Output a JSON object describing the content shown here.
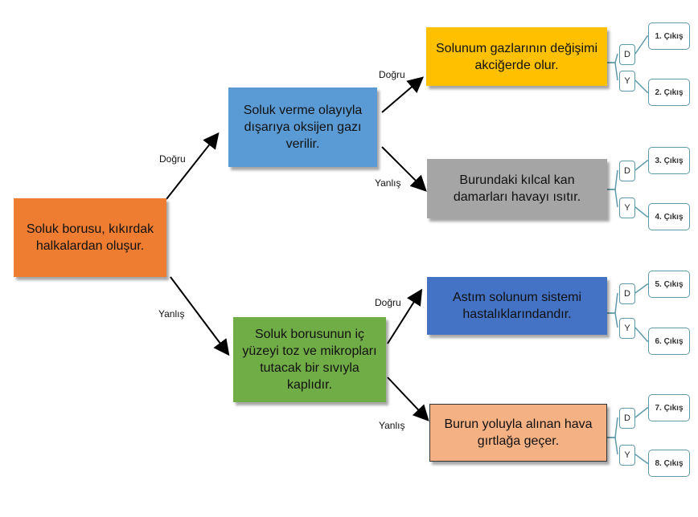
{
  "root": "Soluk borusu, kıkırdak halkalardan oluşur.",
  "level1": {
    "true_statement": "Soluk verme olayıyla dışarıya oksijen gazı verilir.",
    "false_statement": "Soluk borusunun iç yüzeyi toz ve mikropları tutacak bir sıvıyla kaplıdır."
  },
  "level2": [
    "Solunum gazlarının değişimi akciğerde olur.",
    "Burundaki kılcal kan damarları havayı ısıtır.",
    "Astım solunum sistemi hastalıklarındandır.",
    "Burun yoluyla alınan hava gırtlağa geçer."
  ],
  "branch_labels": {
    "true": "Doğru",
    "false": "Yanlış"
  },
  "answer_labels": {
    "true": "D",
    "false": "Y"
  },
  "exits": [
    "1. Çıkış",
    "2. Çıkış",
    "3. Çıkış",
    "4. Çıkış",
    "5. Çıkış",
    "6. Çıkış",
    "7. Çıkış",
    "8. Çıkış"
  ],
  "colors": {
    "root": "#ef7d31",
    "level1_true": "#5b9bd5",
    "level1_false": "#70ad47",
    "leaf1": "#ffc000",
    "leaf2": "#a5a5a5",
    "leaf3": "#4472c4",
    "leaf4": "#f4b183",
    "connector": "#5f9aaa"
  }
}
